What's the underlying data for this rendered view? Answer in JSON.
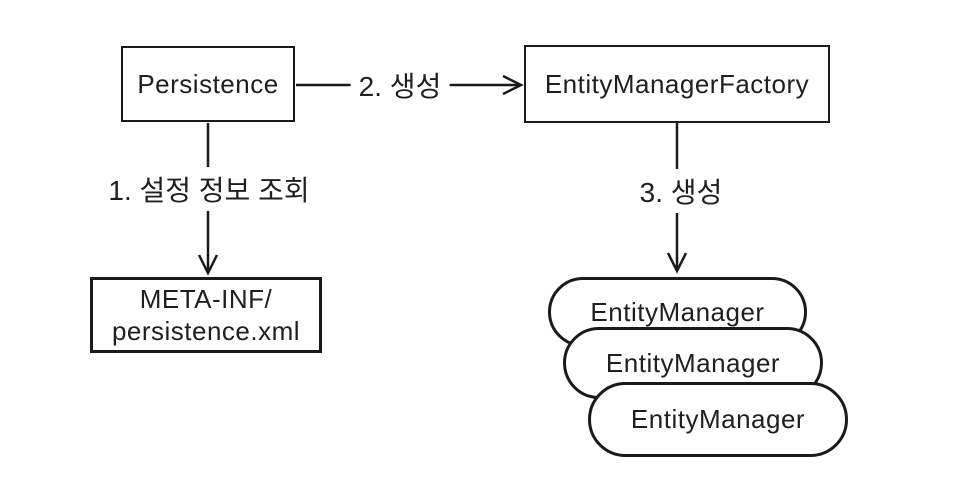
{
  "nodes": {
    "persistence": "Persistence",
    "entity_manager_factory": "EntityManagerFactory",
    "meta_inf": {
      "line1": "META-INF/",
      "line2": "persistence.xml"
    },
    "entity_managers": [
      "EntityManager",
      "EntityManager",
      "EntityManager"
    ]
  },
  "edges": {
    "step1_label": "1. 설정 정보 조회",
    "step2_label": "2. 생성",
    "step3_label": "3. 생성"
  },
  "colors": {
    "stroke": "#1a1a1a",
    "text": "#1f1f1f",
    "background": "#ffffff"
  }
}
